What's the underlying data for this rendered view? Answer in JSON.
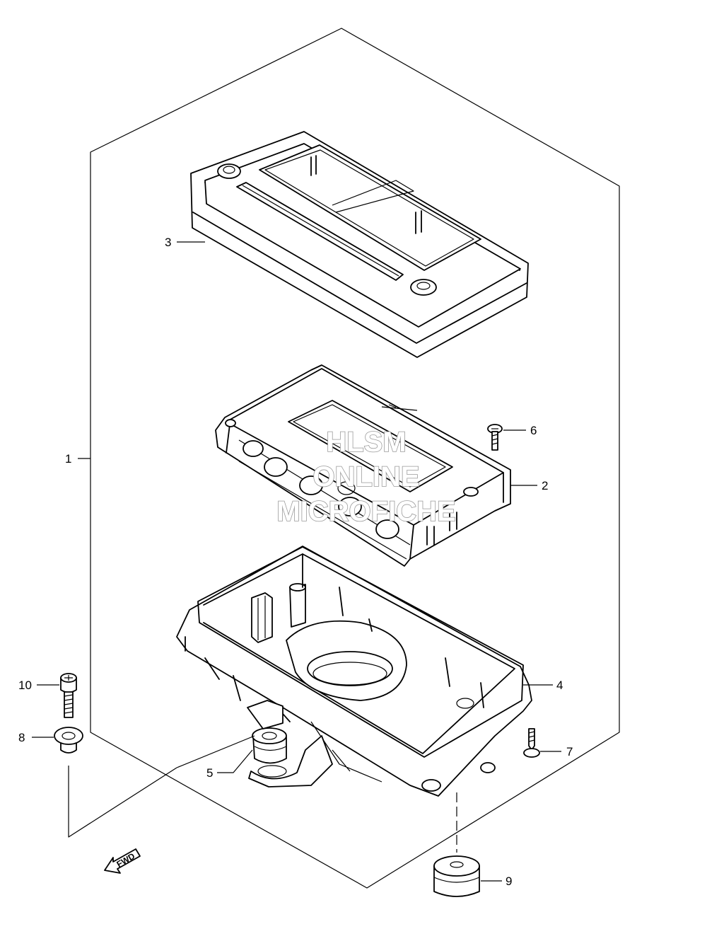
{
  "callouts": [
    {
      "id": "1",
      "label": "1"
    },
    {
      "id": "2",
      "label": "2"
    },
    {
      "id": "3",
      "label": "3"
    },
    {
      "id": "4",
      "label": "4"
    },
    {
      "id": "5",
      "label": "5"
    },
    {
      "id": "6",
      "label": "6"
    },
    {
      "id": "7",
      "label": "7"
    },
    {
      "id": "8",
      "label": "8"
    },
    {
      "id": "9",
      "label": "9"
    },
    {
      "id": "10",
      "label": "10"
    }
  ],
  "watermark": {
    "line1": "HLSM",
    "line2": "ONLINE",
    "line3": "MICROFICHE"
  },
  "direction_arrow": {
    "label": "FWD"
  }
}
